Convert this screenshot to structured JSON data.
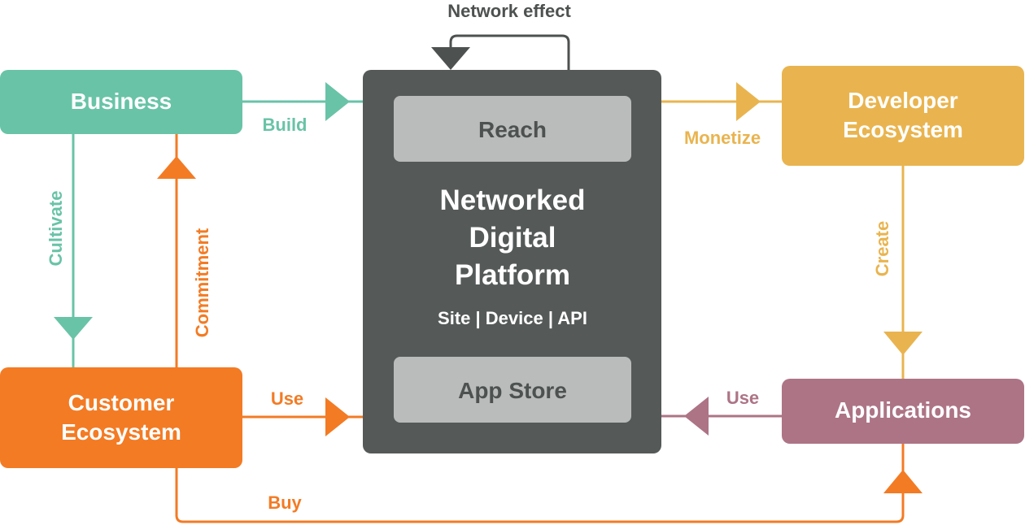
{
  "colors": {
    "business": "#69c3a7",
    "customer": "#f37b24",
    "developer": "#e9b44f",
    "applications": "#ad7486",
    "platform": "#555a59",
    "platform_inner": "#b9bcbb",
    "platform_inner_text": "#4d5150",
    "network": "#4d5150"
  },
  "nodes": {
    "business": {
      "label": "Business"
    },
    "customer": {
      "line1": "Customer",
      "line2": "Ecosystem"
    },
    "developer": {
      "line1": "Developer",
      "line2": "Ecosystem"
    },
    "applications": {
      "label": "Applications"
    },
    "platform": {
      "title_line1": "Networked",
      "title_line2": "Digital",
      "title_line3": "Platform",
      "subtitle": "Site | Device | API",
      "reach": "Reach",
      "app_store": "App Store"
    }
  },
  "edges": {
    "network_effect": "Network effect",
    "build": "Build",
    "monetize": "Monetize",
    "cultivate": "Cultivate",
    "commitment": "Commitment",
    "create": "Create",
    "customer_use": "Use",
    "applications_use": "Use",
    "buy": "Buy"
  }
}
